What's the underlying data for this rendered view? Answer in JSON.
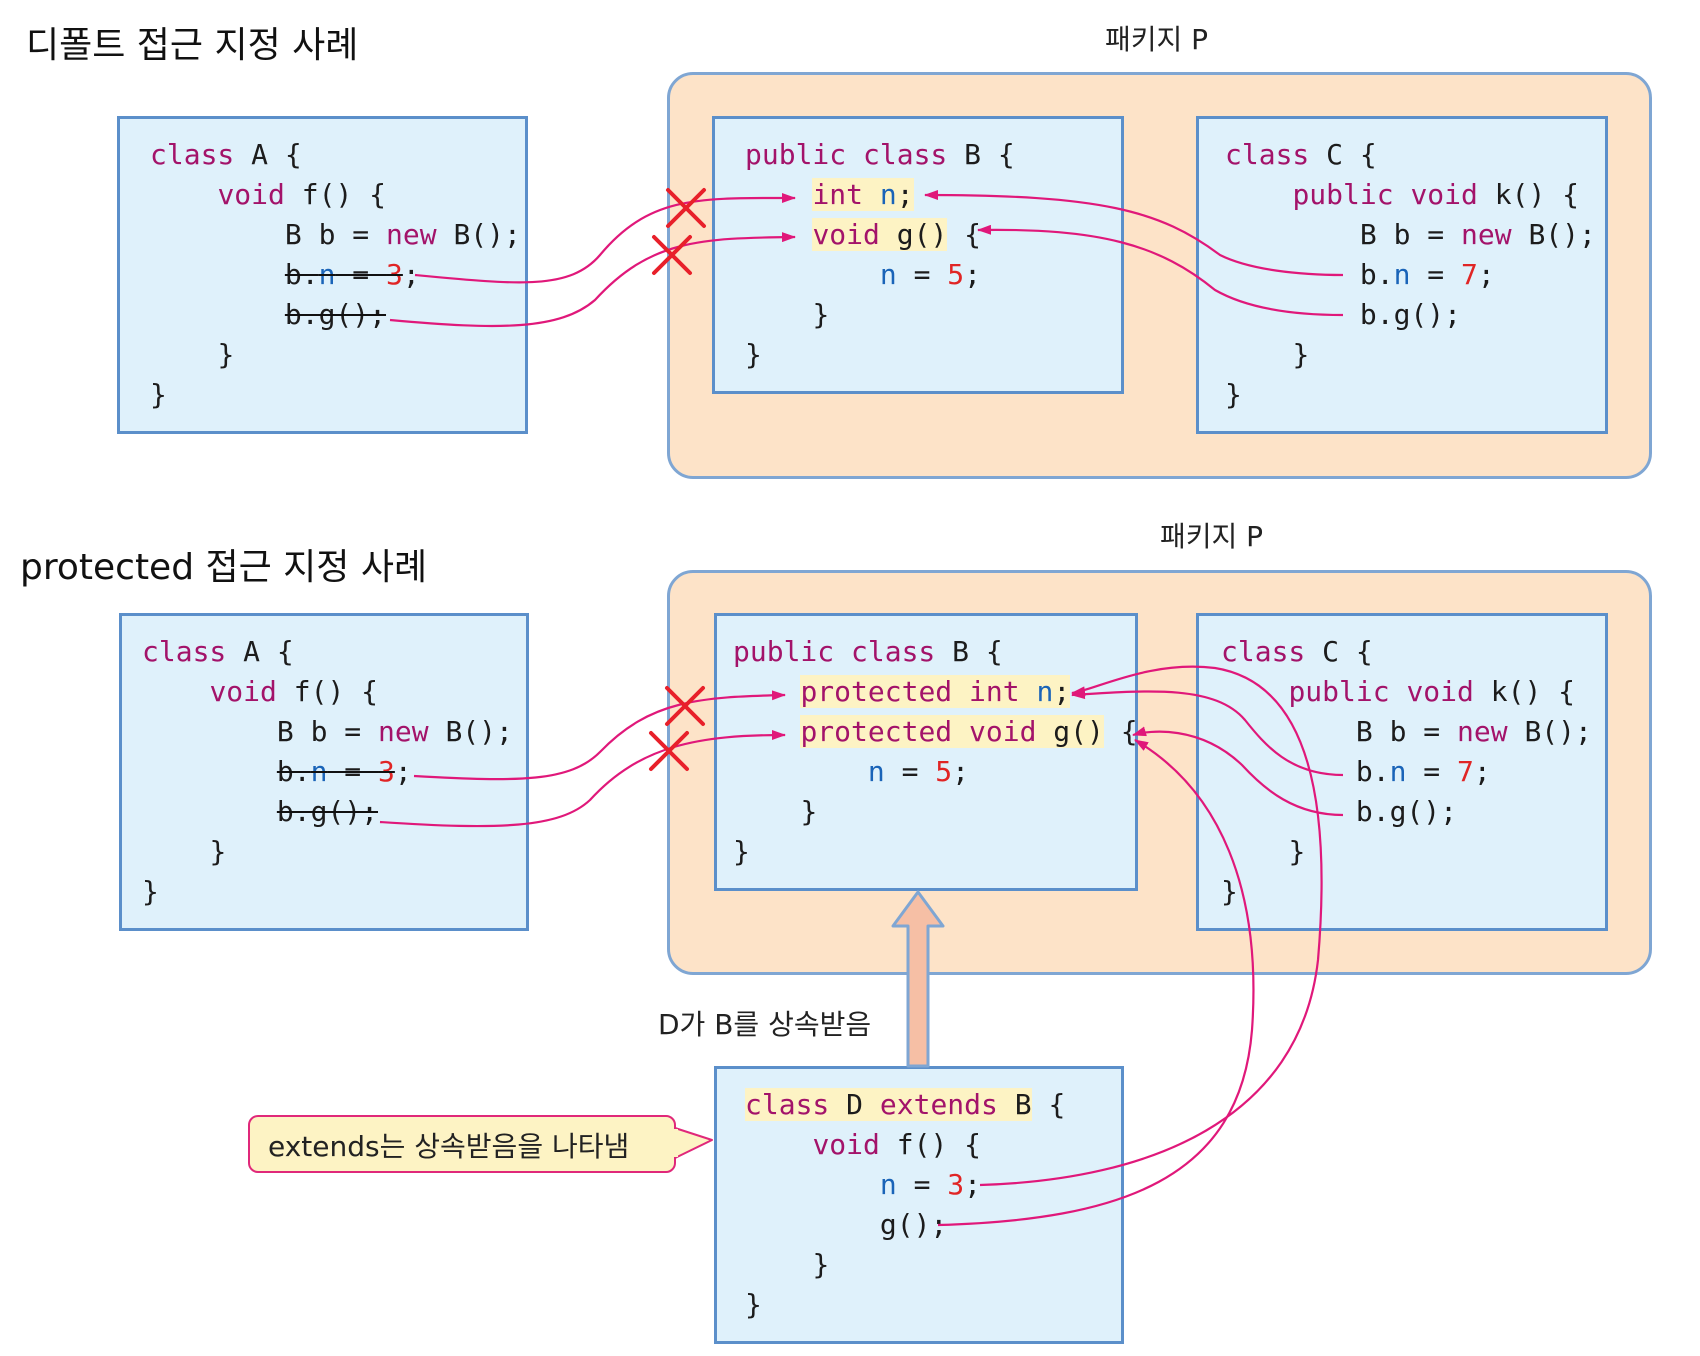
{
  "top": {
    "title": "디폴트 접근 지정 사례",
    "package_label": "패키지 P",
    "classA": {
      "l1_kw": "class",
      "l1_rest": " A {",
      "l2_kw": "void",
      "l2_rest": " f() {",
      "l3_a": "B b = ",
      "l3_kw": "new",
      "l3_b": " B();",
      "l4_a": "b.",
      "l4_var": "n",
      "l4_b": " = ",
      "l4_num": "3",
      "l4_c": ";",
      "l5": "b.g();",
      "l6": "}",
      "l7": "}"
    },
    "classB": {
      "l1_kw": "public class",
      "l1_rest": " B {",
      "l2_kw": "int",
      "l2_sp": " ",
      "l2_var": "n",
      "l2_end": ";",
      "l3_kw": "void",
      "l3_rest": " g()",
      "l3_brace": " {",
      "l4_var": "n",
      "l4_mid": " = ",
      "l4_num": "5",
      "l4_end": ";",
      "l5": "}",
      "l6": "}"
    },
    "classC": {
      "l1_kw": "class",
      "l1_rest": " C {",
      "l2_kw": "public void",
      "l2_rest": " k() {",
      "l3_a": "B b = ",
      "l3_kw": "new",
      "l3_b": " B();",
      "l4_a": "b.",
      "l4_var": "n",
      "l4_b": " = ",
      "l4_num": "7",
      "l4_c": ";",
      "l5": "b.g();",
      "l6": "}",
      "l7": "}"
    }
  },
  "bottom": {
    "title": "protected 접근 지정 사례",
    "package_label": "패키지 P",
    "classA": {
      "l1_kw": "class",
      "l1_rest": " A {",
      "l2_kw": "void",
      "l2_rest": " f() {",
      "l3_a": "B b = ",
      "l3_kw": "new",
      "l3_b": " B();",
      "l4_a": "b.",
      "l4_var": "n",
      "l4_b": " = ",
      "l4_num": "3",
      "l4_c": ";",
      "l5": "b.g();",
      "l6": "}",
      "l7": "}"
    },
    "classB": {
      "l1_kw": "public class",
      "l1_rest": " B {",
      "l2_kw": "protected int",
      "l2_sp": " ",
      "l2_var": "n",
      "l2_end": ";",
      "l3_kw": "protected void",
      "l3_rest": " g()",
      "l3_brace": " {",
      "l4_var": "n",
      "l4_mid": " = ",
      "l4_num": "5",
      "l4_end": ";",
      "l5": "}",
      "l6": "}"
    },
    "classC": {
      "l1_kw": "class",
      "l1_rest": " C {",
      "l2_kw": "public void",
      "l2_rest": " k() {",
      "l3_a": "B b = ",
      "l3_kw": "new",
      "l3_b": " B();",
      "l4_a": "b.",
      "l4_var": "n",
      "l4_b": " = ",
      "l4_num": "7",
      "l4_c": ";",
      "l5": "b.g();",
      "l6": "}",
      "l7": "}"
    },
    "classD": {
      "l1_kw": "class",
      "l1_mid": " D ",
      "l1_kw2": "extends",
      "l1_b": " B",
      "l1_brace": " {",
      "l2_kw": "void",
      "l2_rest": " f() {",
      "l3_var": "n",
      "l3_mid": " = ",
      "l3_num": "3",
      "l3_end": ";",
      "l4": "g();",
      "l5": "}",
      "l6": "}"
    },
    "inherit_label": "D가 B를 상속받음",
    "note": "extends는 상속받음을 나타냄"
  },
  "colors": {
    "keyword": "#a3136a",
    "variable": "#1a64b8",
    "number": "#e02525",
    "arrow": "#e0187a",
    "denied_mark": "#e8202a",
    "package_fill": "#fde3c8",
    "box_fill": "#dff1fb",
    "highlight": "#fdf3c4"
  }
}
